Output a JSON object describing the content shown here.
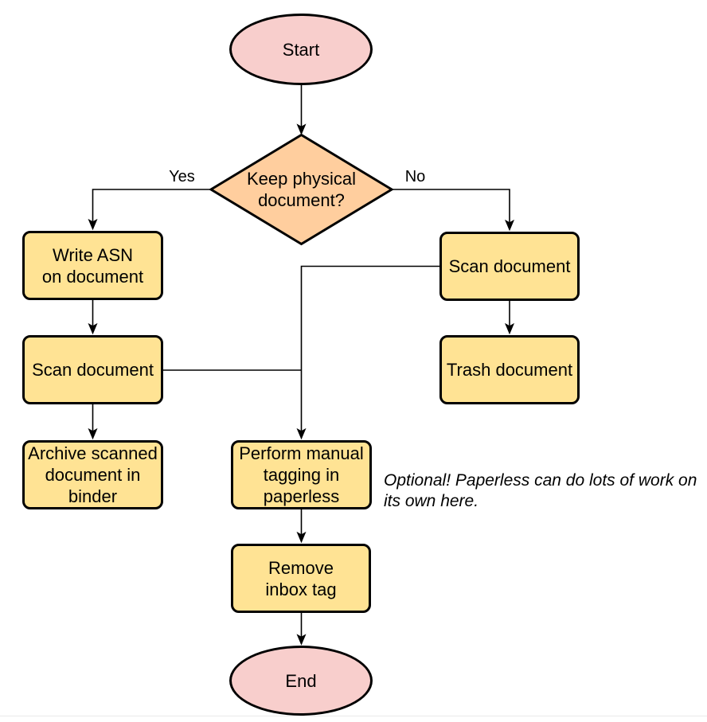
{
  "diagram": {
    "type": "flowchart",
    "colors": {
      "background": "#ffffff",
      "terminal_fill": "#f8cecc",
      "decision_fill": "#ffce9e",
      "process_fill": "#ffe394",
      "stroke": "#000000",
      "connector": "#000000",
      "bottom_divider": "#e9e9e9"
    },
    "nodes": {
      "start": {
        "type": "terminal",
        "label": "Start"
      },
      "decision": {
        "type": "decision",
        "label": "Keep physical\ndocument?"
      },
      "write_asn": {
        "type": "process",
        "label": "Write ASN\non document"
      },
      "scan_left": {
        "type": "process",
        "label": "Scan document"
      },
      "archive": {
        "type": "process",
        "label": "Archive scanned\ndocument in\nbinder"
      },
      "scan_right": {
        "type": "process",
        "label": "Scan document"
      },
      "trash": {
        "type": "process",
        "label": "Trash document"
      },
      "tagging": {
        "type": "process",
        "label": "Perform manual\ntagging in\npaperless"
      },
      "remove_inbox": {
        "type": "process",
        "label": "Remove\ninbox tag"
      },
      "end": {
        "type": "terminal",
        "label": "End"
      }
    },
    "edge_labels": {
      "yes": "Yes",
      "no": "No"
    },
    "annotation": "Optional! Paperless can do lots of work on\nits own here."
  }
}
